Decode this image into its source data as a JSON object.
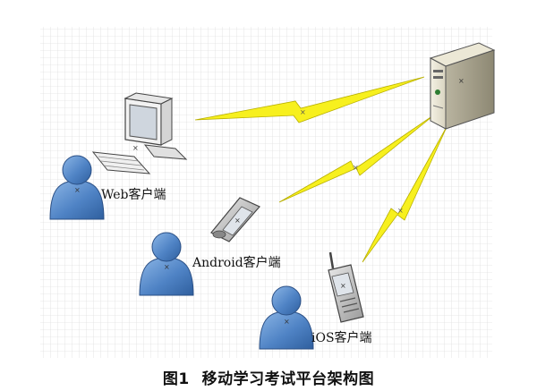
{
  "nodes": {
    "server": {
      "label": "",
      "icon": "server-tower-icon"
    },
    "web": {
      "label": "Web客户端",
      "icons": [
        "desktop-computer-icon",
        "user-person-icon"
      ]
    },
    "android": {
      "label": "Android客户端",
      "icons": [
        "smartphone-icon",
        "user-person-icon"
      ]
    },
    "ios": {
      "label": "iOS客户端",
      "icons": [
        "feature-phone-icon",
        "user-person-icon"
      ]
    }
  },
  "links": [
    {
      "from": "web",
      "to": "server",
      "style": "wireless-bolt"
    },
    {
      "from": "android",
      "to": "server",
      "style": "wireless-bolt"
    },
    {
      "from": "ios",
      "to": "server",
      "style": "wireless-bolt"
    }
  ],
  "caption": {
    "figure": "图1",
    "title": "移动学习考试平台架构图"
  },
  "colors": {
    "bolt": "#f7f01e",
    "person": "#4f83c5",
    "grid": "#d6d6d6"
  }
}
